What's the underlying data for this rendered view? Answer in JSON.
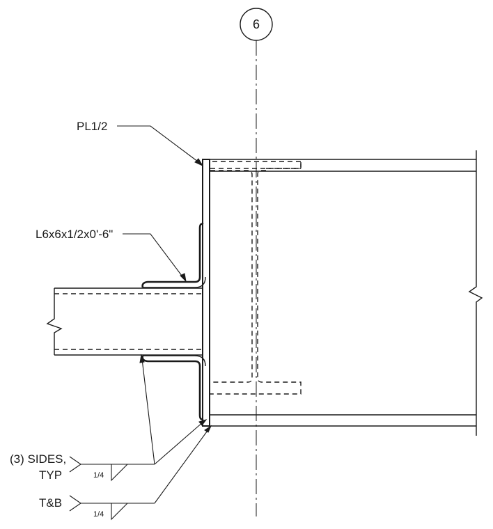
{
  "grid_bubble": {
    "label": "6"
  },
  "callouts": {
    "plate": "PL1/2",
    "angle": "L6x6x1/2x0'-6\""
  },
  "welds": [
    {
      "label_line1": "(3) SIDES,",
      "label_line2": "TYP",
      "size": "1/4"
    },
    {
      "label_line1": "T&B",
      "size": "1/4"
    }
  ]
}
